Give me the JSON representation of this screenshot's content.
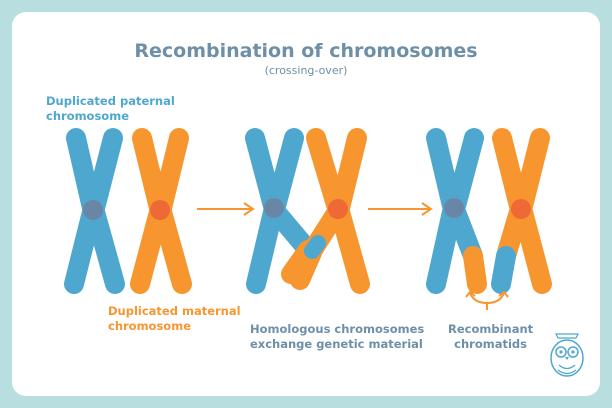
{
  "colors": {
    "frame": "#b8dedf",
    "background": "#ffffff",
    "paternal": "#4ea7cf",
    "maternal": "#f7952f",
    "centromere_paternal": "#6a86a6",
    "centromere_maternal": "#ee6935",
    "arrow": "#f7952f",
    "title": "#6e8fa8",
    "paternal_label": "#4ea7cf",
    "maternal_label": "#f7952f",
    "caption": "#6e8fa8"
  },
  "title": "Recombination of chromosomes",
  "subtitle": "(crossing-over)",
  "labels": {
    "paternal": [
      "Duplicated paternal",
      "chromosome"
    ],
    "maternal": [
      "Duplicated maternal",
      "chromosome"
    ],
    "exchange": [
      "Homologous chromosomes",
      "exchange genetic material"
    ],
    "recombinant": [
      "Recombinant",
      "chromatids"
    ]
  },
  "icons": {
    "arrow_1": "arrow-right-icon",
    "arrow_2": "arrow-right-icon",
    "bracket": "bracket-arrow-icon",
    "mascot": "owl-mascot-icon"
  }
}
